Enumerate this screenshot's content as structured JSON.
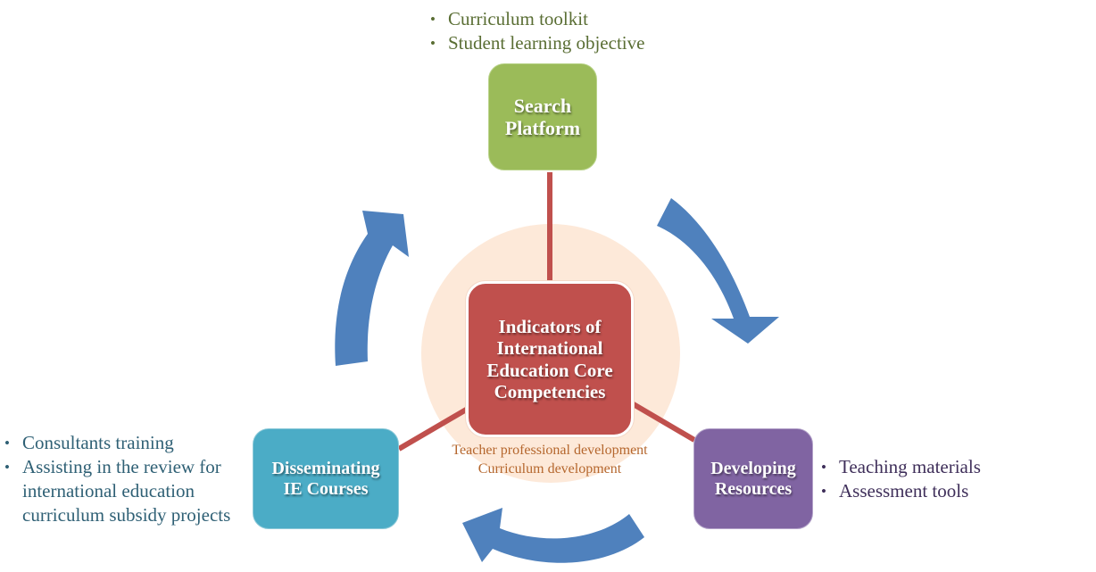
{
  "diagram": {
    "colors": {
      "search_node": "#9bbb59",
      "center_node": "#c0504d",
      "disseminating_node": "#4bacc6",
      "developing_node": "#8064a2",
      "connector": "#c0504d",
      "halo": "#fde9d9",
      "arrow": "#4f81bd",
      "caption": "#b5672e"
    },
    "center": {
      "label": "Indicators of\nInternational\nEducation Core\nCompetencies",
      "caption": [
        "Teacher professional development",
        "Curriculum development"
      ]
    },
    "nodes": {
      "search": {
        "label": "Search\nPlatform",
        "bullets": [
          "Curriculum toolkit",
          "Student learning objective"
        ]
      },
      "developing": {
        "label": "Developing\nResources",
        "bullets": [
          "Teaching materials",
          "Assessment tools"
        ]
      },
      "disseminating": {
        "label": "Disseminating\nIE Courses",
        "bullets": [
          "Consultants training",
          "Assisting in the review for\ninternational education\ncurriculum subsidy projects"
        ]
      }
    },
    "cycle_arrows": [
      {
        "from": "search",
        "to": "developing",
        "direction": "clockwise"
      },
      {
        "from": "developing",
        "to": "disseminating",
        "direction": "clockwise"
      },
      {
        "from": "disseminating",
        "to": "search",
        "direction": "clockwise"
      }
    ]
  }
}
